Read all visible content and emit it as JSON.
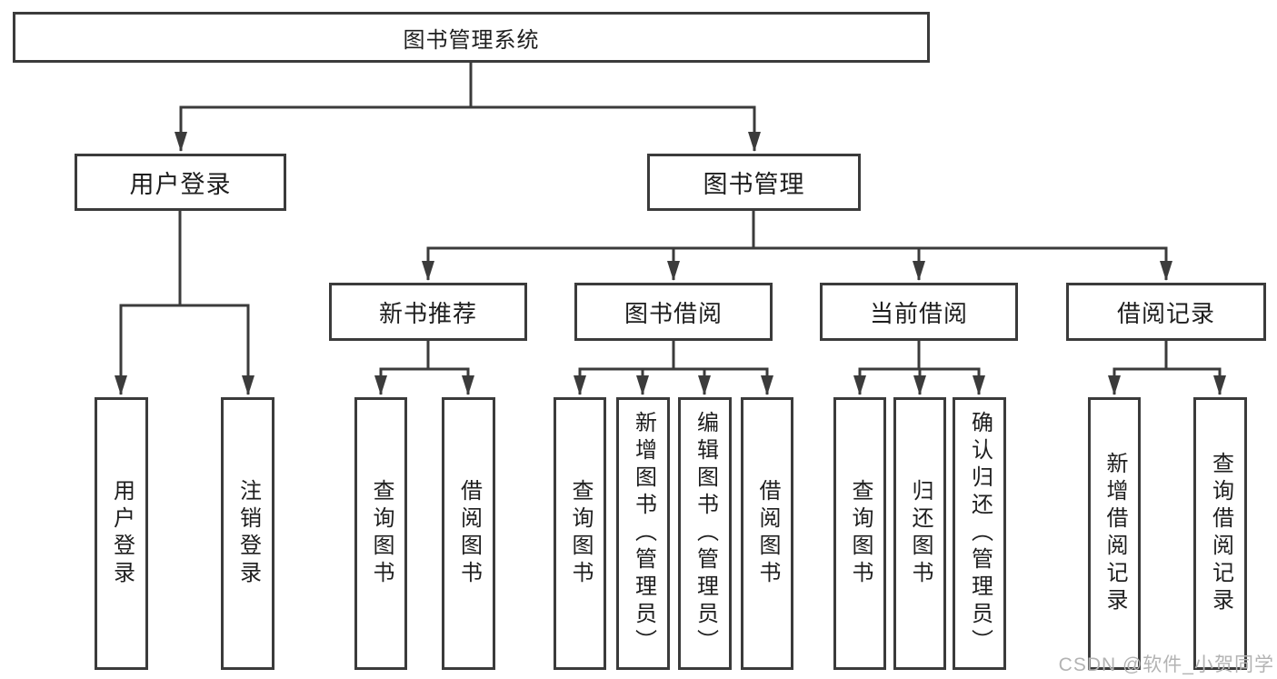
{
  "root": {
    "label": "图书管理系统"
  },
  "branches": {
    "user_login": {
      "label": "用户登录",
      "children": [
        "用户登录",
        "注销登录"
      ]
    },
    "book_management": {
      "label": "图书管理",
      "groups": [
        {
          "label": "新书推荐",
          "children": [
            "查询图书",
            "借阅图书"
          ]
        },
        {
          "label": "图书借阅",
          "children": [
            "查询图书",
            "新增图书（管理员）",
            "编辑图书（管理员）",
            "借阅图书"
          ]
        },
        {
          "label": "当前借阅",
          "children": [
            "查询图书",
            "归还图书",
            "确认归还（管理员）"
          ]
        },
        {
          "label": "借阅记录",
          "children": [
            "新增借阅记录",
            "查询借阅记录"
          ]
        }
      ]
    }
  },
  "watermark": "CSDN @软件_小贺同学",
  "colors": {
    "line": "#3b3b3b",
    "text": "#1e1e1e",
    "watermark": "#b3b3b3",
    "background": "#ffffff"
  }
}
